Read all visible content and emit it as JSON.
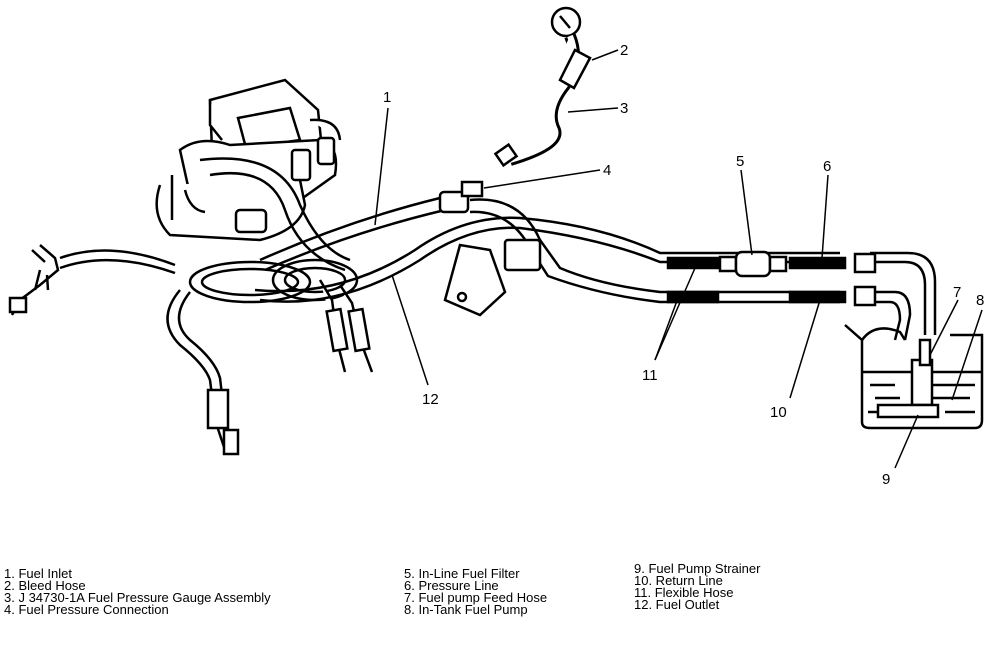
{
  "callouts": [
    "1",
    "2",
    "3",
    "4",
    "5",
    "6",
    "7",
    "8",
    "9",
    "10",
    "11",
    "12"
  ],
  "legend": {
    "col1": [
      "1. Fuel Inlet",
      "2. Bleed Hose",
      "3. J 34730-1A Fuel Pressure Gauge Assembly",
      "4. Fuel Pressure Connection"
    ],
    "col2": [
      "5. In-Line Fuel Filter",
      "6. Pressure Line",
      "7. Fuel pump Feed Hose",
      "8. In-Tank Fuel Pump"
    ],
    "col3": [
      "9. Fuel Pump Strainer",
      "10. Return Line",
      "11. Flexible Hose",
      "12. Fuel Outlet"
    ]
  }
}
